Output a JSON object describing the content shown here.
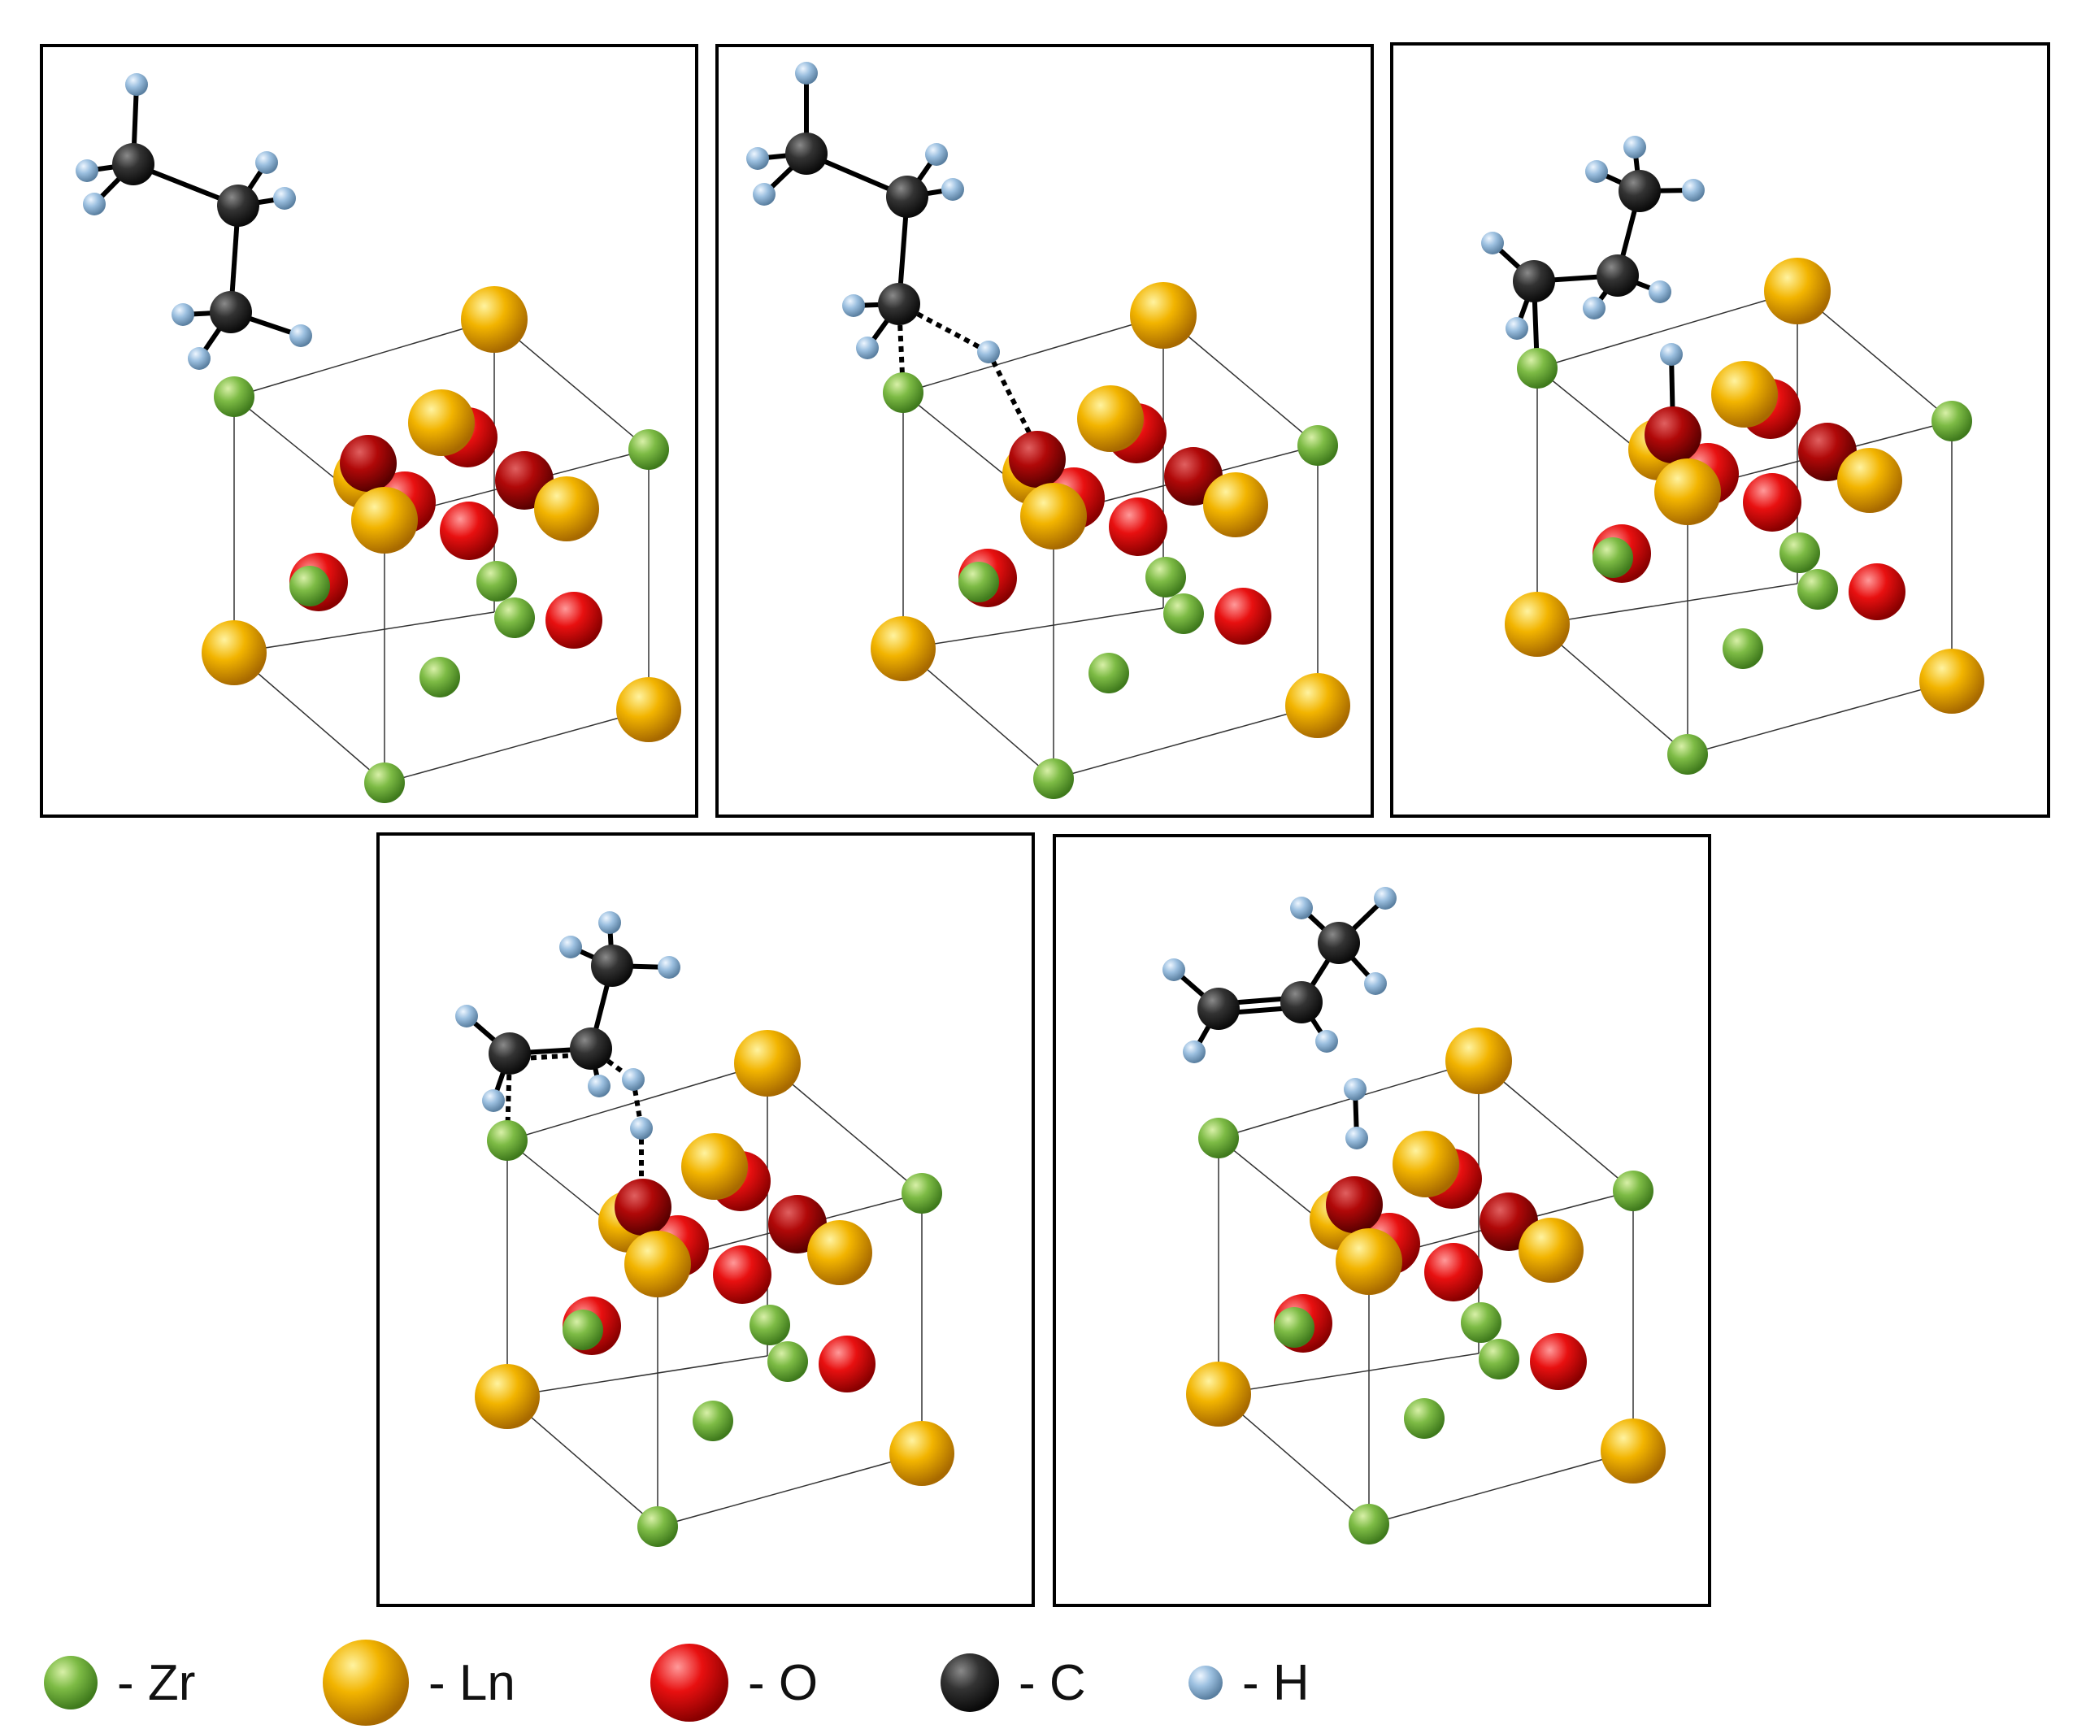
{
  "colors": {
    "zr": "#6fae3a",
    "ln": "#e6a400",
    "o": "#e01010",
    "c": "#2a2a2a",
    "h": "#9cc0e0"
  },
  "legend": [
    {
      "atom": "zr",
      "label": "- Zr",
      "icon": "zr-atom-icon"
    },
    {
      "atom": "ln",
      "label": "- Ln",
      "icon": "ln-atom-icon"
    },
    {
      "atom": "o",
      "label": "- O",
      "icon": "o-atom-icon"
    },
    {
      "atom": "c",
      "label": "- C",
      "icon": "c-atom-icon"
    },
    {
      "atom": "h",
      "label": "- H",
      "icon": "h-atom-icon"
    }
  ]
}
